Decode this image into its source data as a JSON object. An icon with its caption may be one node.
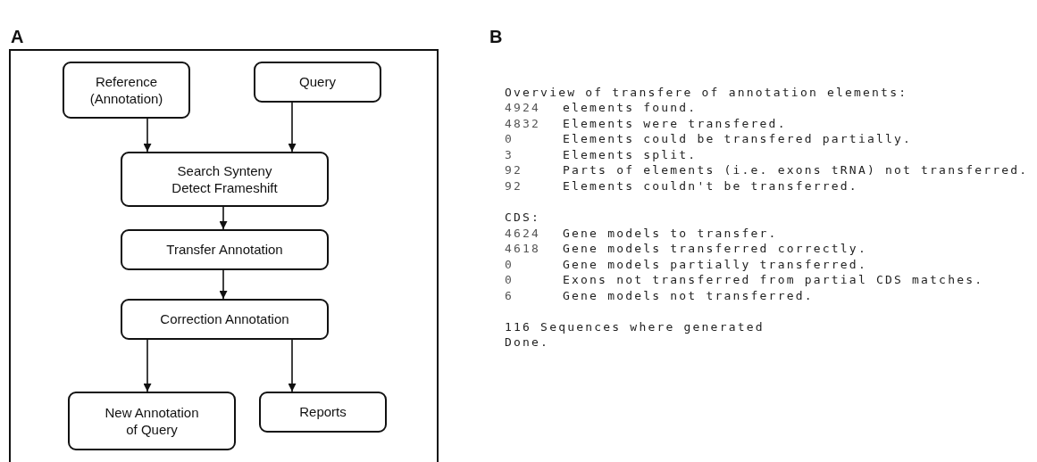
{
  "diagram": {
    "nodes": [
      {
        "text": [],
        "shape": "box"
      },
      {
        "text": [
          "Reference (Annotation)"
        ],
        "in": 0
      },
      {
        "text": [
          "Query"
        ],
        "in": 0
      },
      {
        "text": [
          "Search Synteny Detect Frameshift"
        ],
        "in": 0
      },
      {
        "text": [
          "Transfer Annotation"
        ],
        "in": 0
      },
      {
        "text": [
          "Correction Annotation"
        ],
        "in": 0
      },
      {
        "text": [
          "New Annotation of Query"
        ],
        "in": 0
      },
      {
        "text": [
          "Reports"
        ],
        "in": 0
      }
    ],
    "edges": [
      {
        "from": 1,
        "to": 3,
        "arrow": "to"
      },
      {
        "from": 2,
        "to": 3,
        "arrow": "to"
      },
      {
        "from": 3,
        "to": 4,
        "arrow": "to"
      },
      {
        "from": 4,
        "to": 5,
        "arrow": "to"
      },
      {
        "from": 5,
        "to": 6,
        "arrow": "to"
      },
      {
        "from": 5,
        "to": 7,
        "arrow": "to"
      }
    ],
    "labels": [
      "A",
      "B",
      "Overview of transfere of annotation elements:",
      "4924",
      "elements found.",
      "4832",
      "Elements were transfered.",
      "0",
      "Elements could be transfered partially.",
      "3",
      "Elements split.",
      "92",
      "Parts of elements (i.e. exons tRNA) not transferred.",
      "92",
      "Elements couldn't be transferred.",
      "CDS:",
      "4624",
      "Gene models to transfer.",
      "4618",
      "Gene models transferred correctly.",
      "0",
      "Gene models partially transferred.",
      "0",
      "Exons not transferred from partial CDS matches.",
      "6",
      "Gene models not transferred.",
      "116 Sequences where generated",
      "Done."
    ]
  }
}
